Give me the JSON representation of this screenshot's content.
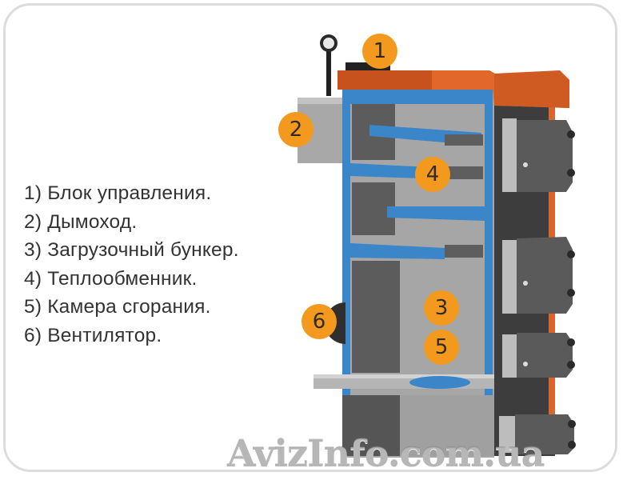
{
  "legend": {
    "items": [
      {
        "number": "1",
        "text": "1) Блок управления."
      },
      {
        "number": "2",
        "text": "2) Дымоход."
      },
      {
        "number": "3",
        "text": "3) Загрузочный бункер."
      },
      {
        "number": "4",
        "text": "4) Теплообменник."
      },
      {
        "number": "5",
        "text": "5) Камера сгорания."
      },
      {
        "number": "6",
        "text": "6) Вентилятор."
      }
    ]
  },
  "diagram": {
    "subject": "boiler-cutaway",
    "badges": [
      {
        "label": "1",
        "part": "control-block"
      },
      {
        "label": "2",
        "part": "chimney"
      },
      {
        "label": "3",
        "part": "loading-hopper"
      },
      {
        "label": "4",
        "part": "heat-exchanger"
      },
      {
        "label": "5",
        "part": "combustion-chamber"
      },
      {
        "label": "6",
        "part": "fan"
      }
    ],
    "colors": {
      "badge": "#f39a1e",
      "top_cover": "#e2672a",
      "water_jacket": "#3a86c8",
      "body_dark": "#555555",
      "body_light": "#a9a9a9"
    }
  },
  "watermark": {
    "text": "AvizInfo.com.ua"
  }
}
